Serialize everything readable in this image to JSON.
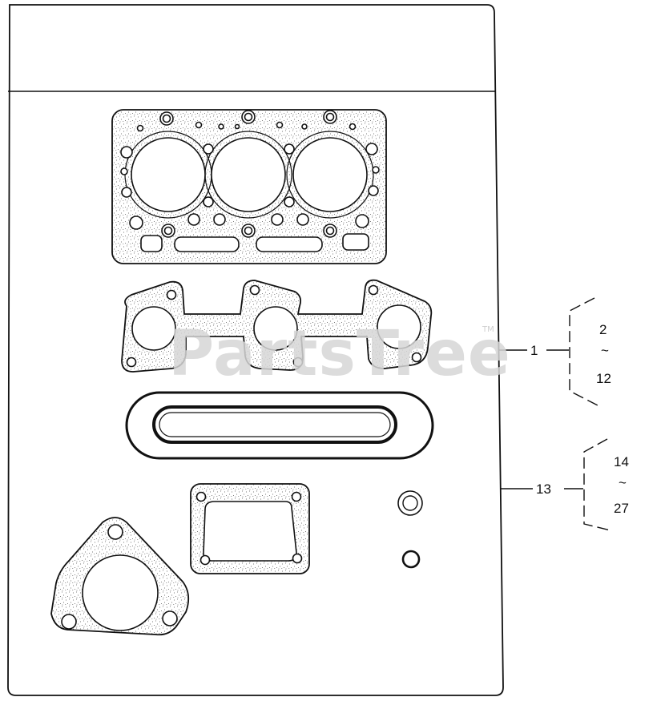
{
  "callouts": {
    "kit_1": "1",
    "kit_1_from": "2",
    "kit_1_range": "~",
    "kit_1_to": "12",
    "kit_13": "13",
    "kit_13_from": "14",
    "kit_13_range": "~",
    "kit_13_to": "27"
  },
  "watermark": {
    "text": "PartsTree",
    "trademark": "TM"
  },
  "colors": {
    "line": "#111111",
    "watermark": "#d6d6d6",
    "speckle": "#555555"
  }
}
